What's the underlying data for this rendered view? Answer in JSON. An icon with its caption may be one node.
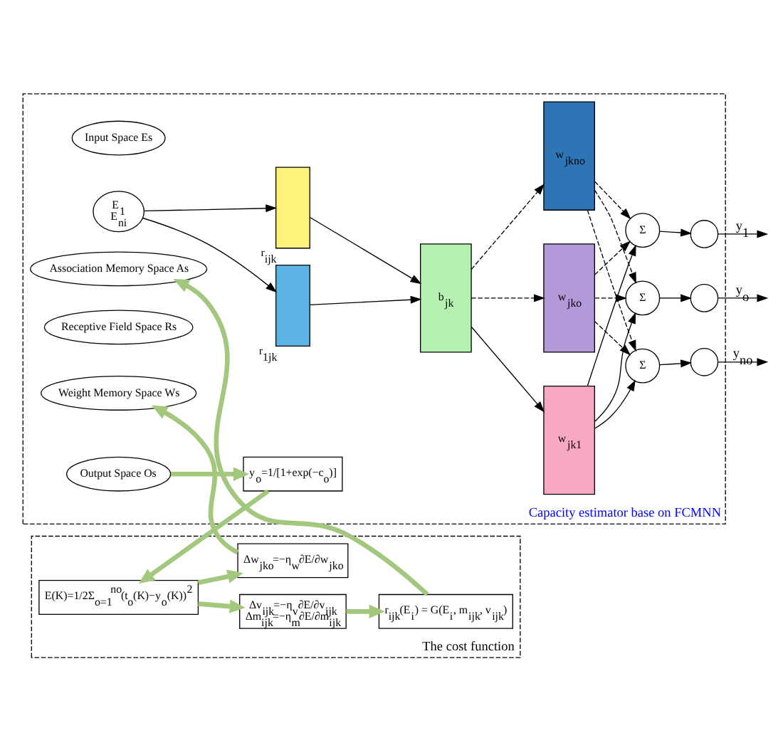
{
  "diagram": {
    "nodes": [
      {
        "text": [
          "The cost function"
        ]
      },
      {
        "text": [
          "Δv$_{ijk}$=−η$_{v}$∂E/∂v$_{ijk}$",
          "Δm$_{ijk}$=−η$_{m}$∂E/∂m$_{ijk}$"
        ],
        "in": 0
      },
      {
        "text": [
          "r$_{ijk}$(E$_{i}$) = G(E$_{i}$, m$_{ijk}$, v$_{ijk}$)"
        ],
        "in": 0
      },
      {
        "text": [
          "Δw$_{jko}$=−η$_{w}$∂E/∂w$_{jko}$"
        ],
        "in": 0
      },
      {
        "text": [
          "E(K)=1/2Σ$_{o=1}$$^{no}$(t$_{o}$(K)−y$_{o}$(K))$^{2}$"
        ],
        "in": 0
      },
      {
        "text": [
          "Capacity estimator base on FCMNN"
        ]
      },
      {
        "text": [
          "y$_{o}$=1/[1+exp(−c$_{o}$)]"
        ],
        "in": 5
      },
      {
        "text": [
          "Input Space Es"
        ],
        "in": 5
      },
      {
        "text": [
          "E$_{1}$",
          "E$_{ni}$"
        ],
        "in": 5
      },
      {
        "text": [
          "Association Memory Space As"
        ],
        "in": 5
      },
      {
        "text": [],
        "shape": "box",
        "beside": [
          "r$_{1jk}$"
        ],
        "in": 5
      },
      {
        "text": [],
        "shape": "box",
        "beside": [
          "r$_{ijk}$"
        ],
        "in": 5
      },
      {
        "text": [
          "Receptive Field Space Rs"
        ],
        "in": 5
      },
      {
        "text": [
          "b$_{jk}$"
        ],
        "in": 5
      },
      {
        "text": [
          "Weight Memory Space Ws"
        ],
        "in": 5
      },
      {
        "text": [
          "w$_{jk1}$"
        ],
        "in": 5
      },
      {
        "text": [
          "w$_{jko}$"
        ],
        "in": 5
      },
      {
        "text": [
          "w$_{jkno}$"
        ],
        "in": 5
      },
      {
        "text": [
          "Σ"
        ],
        "in": 5
      },
      {
        "text": [
          "Σ"
        ],
        "in": 5
      },
      {
        "text": [
          "Σ"
        ],
        "in": 5
      },
      {
        "text": [],
        "shape": "circle",
        "in": 5
      },
      {
        "text": [],
        "shape": "circle",
        "in": 5
      },
      {
        "text": [],
        "shape": "circle",
        "in": 5
      },
      {
        "text": [
          "Output Space Os"
        ],
        "in": 5
      }
    ],
    "edges": [
      {
        "from": 4,
        "to": 1,
        "arrow": "to",
        "style": "thick",
        "color": "#a4c77e"
      },
      {
        "from": 1,
        "to": 2,
        "arrow": "to",
        "style": "thick",
        "color": "#a4c77e"
      },
      {
        "from": 4,
        "to": 3,
        "arrow": "to",
        "style": "thick",
        "color": "#a4c77e"
      },
      {
        "from": 2,
        "to": 9,
        "arrow": "to",
        "style": "thick",
        "color": "#a4c77e"
      },
      {
        "from": 3,
        "to": 14,
        "arrow": "to",
        "style": "thick",
        "color": "#a4c77e"
      },
      {
        "from": 24,
        "to": 6,
        "arrow": "to",
        "style": "thick",
        "color": "#a4c77e"
      },
      {
        "from": 6,
        "to": 4,
        "arrow": "to",
        "style": "thick",
        "color": "#a4c77e"
      },
      {
        "from": 8,
        "to": 10,
        "arrow": "to"
      },
      {
        "from": 8,
        "to": 11,
        "arrow": "to"
      },
      {
        "from": 10,
        "to": 13,
        "arrow": "to"
      },
      {
        "from": 11,
        "to": 13,
        "arrow": "to"
      },
      {
        "from": 13,
        "to": 15,
        "arrow": "to"
      },
      {
        "from": 13,
        "to": 16,
        "arrow": "to",
        "style": "dashed"
      },
      {
        "from": 13,
        "to": 17,
        "arrow": "to",
        "style": "dashed"
      },
      {
        "from": 15,
        "to": 18,
        "arrow": "to"
      },
      {
        "from": 15,
        "to": 19,
        "arrow": "to"
      },
      {
        "from": 15,
        "to": 20,
        "arrow": "to"
      },
      {
        "from": 16,
        "to": 18,
        "arrow": "to",
        "style": "dashed"
      },
      {
        "from": 16,
        "to": 19,
        "arrow": "to",
        "style": "dashed"
      },
      {
        "from": 16,
        "to": 20,
        "arrow": "to",
        "style": "dashed"
      },
      {
        "from": 17,
        "to": 18,
        "arrow": "to",
        "style": "dashed"
      },
      {
        "from": 17,
        "to": 19,
        "arrow": "to",
        "style": "dashed"
      },
      {
        "from": 17,
        "to": 20,
        "arrow": "to",
        "style": "dashed"
      },
      {
        "from": 18,
        "to": 21,
        "arrow": "to"
      },
      {
        "from": 19,
        "to": 22,
        "arrow": "to"
      },
      {
        "from": 20,
        "to": 23,
        "arrow": "to"
      },
      {
        "from": 21,
        "to": null,
        "arrow": "to",
        "label": "y$_{1}$"
      },
      {
        "from": 22,
        "to": null,
        "arrow": "to",
        "label": "y$_{o}$"
      },
      {
        "from": 23,
        "to": null,
        "arrow": "to",
        "label": "y$_{no}$"
      }
    ]
  }
}
